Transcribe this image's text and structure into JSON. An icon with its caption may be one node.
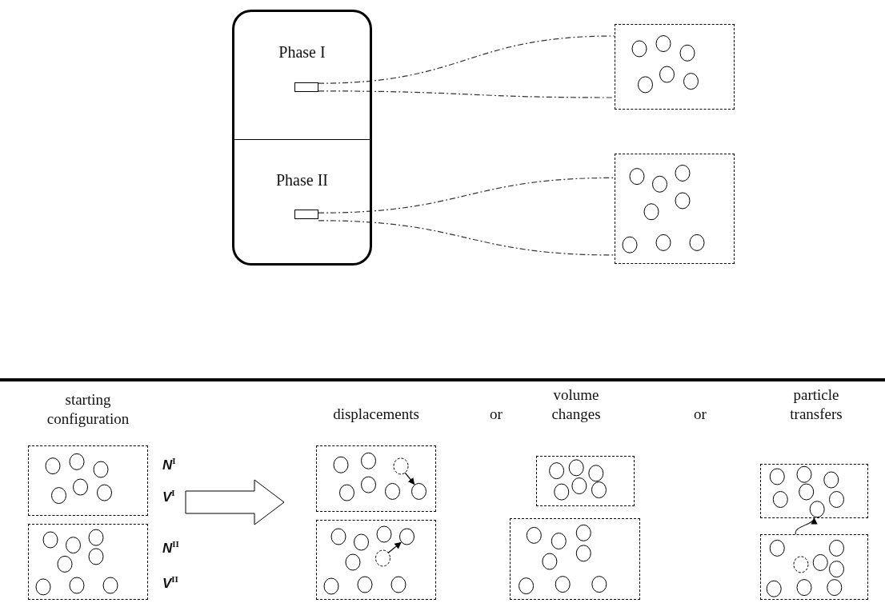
{
  "diagram": {
    "nodes": [
      {
        "text": [
          "Phase I"
        ]
      },
      {
        "text": [
          "Phase II"
        ]
      },
      {
        "text": [],
        "shape": "box",
        "in": 0
      },
      {
        "text": [],
        "shape": "box",
        "in": 1
      },
      {
        "text": [],
        "shape": "box"
      },
      {
        "text": [],
        "shape": "box"
      },
      {
        "text": [],
        "shape": "box",
        "beside": [
          "starting configuration",
          "N$^{I}$",
          "V$^{I}$"
        ]
      },
      {
        "text": [],
        "shape": "box",
        "beside": [
          "N$^{II}$",
          "V$^{II}$"
        ]
      },
      {
        "text": [],
        "shape": "box",
        "beside": [
          "displacements"
        ]
      },
      {
        "text": [],
        "shape": "box"
      },
      {
        "text": [],
        "shape": "box",
        "beside": [
          "volume changes"
        ]
      },
      {
        "text": [],
        "shape": "box"
      },
      {
        "text": [],
        "shape": "box",
        "beside": [
          "particle transfers"
        ]
      },
      {
        "text": [],
        "shape": "box"
      }
    ],
    "edges": [
      {
        "from": 2,
        "to": 4,
        "arrow": "none",
        "style": "dashed"
      },
      {
        "from": 2,
        "to": 4,
        "arrow": "none",
        "style": "dashed"
      },
      {
        "from": 3,
        "to": 5,
        "arrow": "none",
        "style": "dashed"
      },
      {
        "from": 3,
        "to": 5,
        "arrow": "none",
        "style": "dashed"
      },
      {
        "from": 13,
        "to": 12,
        "arrow": "to"
      }
    ],
    "labels": [
      "or",
      "or"
    ]
  }
}
